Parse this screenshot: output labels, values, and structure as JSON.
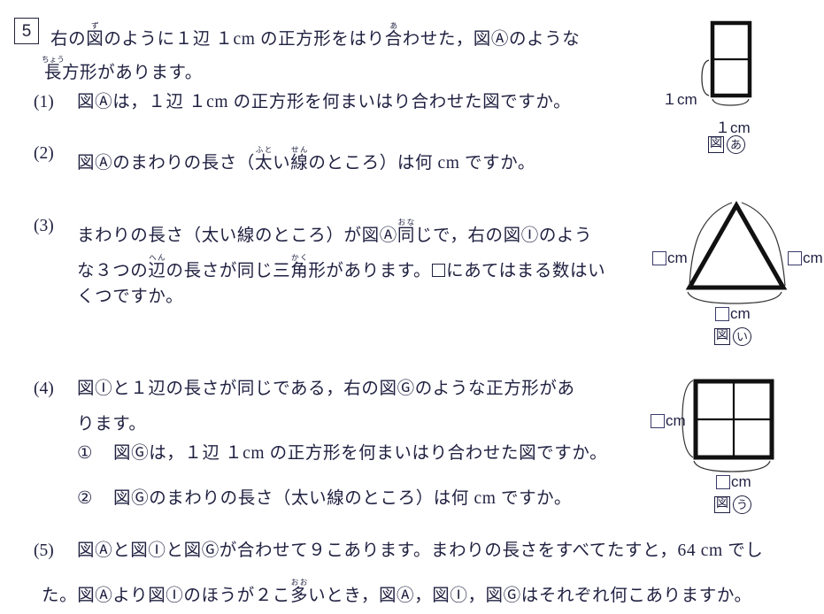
{
  "problem": {
    "number": "5",
    "intro": {
      "line1_parts": [
        {
          "t": "右の"
        },
        {
          "t": "図",
          "ruby": "ず"
        },
        {
          "t": "のように１辺 １cm の正方形をはり"
        },
        {
          "t": "合",
          "ruby": "あ"
        },
        {
          "t": "わせた，図あのような"
        }
      ],
      "line1_plain": "右の図のように１辺 １cm の正方形をはり合わせた，図あのような",
      "line2_plain": "長方形があります。",
      "line2_ruby": "ちょう"
    },
    "questions": [
      {
        "label": "(1)",
        "lines": [
          "図あは，１辺 １cm の正方形を何まいはり合わせた図ですか。"
        ]
      },
      {
        "label": "(2)",
        "lines": [
          "図あのまわりの長さ（太い線のところ）は何 cm ですか。"
        ],
        "ruby": [
          "ふと",
          "せん"
        ]
      },
      {
        "label": "(3)",
        "lines": [
          "まわりの長さ（太い線のところ）が図あ同じで，右の図いのよう",
          "な３つの辺の長さが同じ三角形があります。□にあてはまる数はい",
          "くつですか。"
        ],
        "ruby": [
          "おな",
          "へん",
          "かく"
        ]
      },
      {
        "label": "(4)",
        "lines": [
          "図いと１辺の長さが同じである，右の図うのような正方形があ",
          "ります。"
        ],
        "subitems": [
          {
            "label": "①",
            "text": "図うは，１辺 １cm の正方形を何まいはり合わせた図ですか。"
          },
          {
            "label": "②",
            "text": "図うのまわりの長さ（太い線のところ）は何 cm ですか。"
          }
        ]
      },
      {
        "label": "(5)",
        "lines": [
          "図あと図いと図うが合わせて９こあります。まわりの長さをすべてたすと，64 cm でし",
          "た。図あより図いのほうが２こ多いとき，図あ，図い，図うはそれぞれ何こありますか。"
        ],
        "ruby": [
          "おお"
        ],
        "total_count": "9",
        "total_perimeter": "64 cm",
        "difference": "2"
      }
    ]
  },
  "figures": [
    {
      "id": "zu-a",
      "caption_zu": "図",
      "caption_mark": "あ",
      "shape": "rectangle-1x2",
      "dim_vertical": "１cm",
      "dim_horizontal": "１cm",
      "cells": 2
    },
    {
      "id": "zu-i",
      "caption_zu": "図",
      "caption_mark": "い",
      "shape": "equilateral-triangle",
      "dim_left": "cm",
      "dim_right": "cm",
      "dim_bottom": "cm",
      "unknown_glyph": "□"
    },
    {
      "id": "zu-u",
      "caption_zu": "図",
      "caption_mark": "う",
      "shape": "square-2x2",
      "dim_left": "cm",
      "dim_bottom": "cm",
      "unknown_glyph": "□",
      "cells": 4
    }
  ],
  "colors": {
    "ink": "#1f2040",
    "figure_stroke": "#111111",
    "paper": "#ffffff"
  }
}
